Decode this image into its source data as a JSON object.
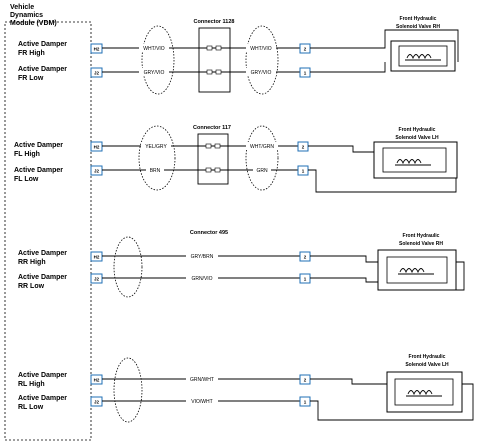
{
  "module": {
    "title_lines": [
      "Vehicle",
      "Dynamics",
      "Module (VDM)"
    ]
  },
  "circuits": [
    {
      "high_label": [
        "Active Damper",
        "FR High"
      ],
      "low_label": [
        "Active Damper",
        "FR Low"
      ],
      "pin_high": "H2",
      "pin_low": "J2",
      "connector": "Connector 1128",
      "wire_high_left": "WHT/VIO",
      "wire_high_right": "WHT/VIO",
      "wire_low_left": "GRY/VIO",
      "wire_low_right": "GRY/VIO",
      "valve_pin_high": "2",
      "valve_pin_low": "1",
      "valve_label": [
        "Front Hydraulic",
        "Solenoid Valve RH"
      ]
    },
    {
      "high_label": [
        "Active Damper",
        "FL High"
      ],
      "low_label": [
        "Active Damper",
        "FL Low"
      ],
      "pin_high": "H2",
      "pin_low": "J2",
      "connector": "Connector 117",
      "wire_high_left": "YEL/GRY",
      "wire_high_right": "WHT/GRN",
      "wire_low_left": "BRN",
      "wire_low_right": "GRN",
      "valve_pin_high": "2",
      "valve_pin_low": "1",
      "valve_label": [
        "Front Hydraulic",
        "Solenoid Valve LH"
      ]
    },
    {
      "high_label": [
        "Active Damper",
        "RR High"
      ],
      "low_label": [
        "Active Damper",
        "RR Low"
      ],
      "pin_high": "H2",
      "pin_low": "J2",
      "connector": "Connector 495",
      "wire_high": "GRY/BRN",
      "wire_low": "GRN/VIO",
      "valve_pin_high": "2",
      "valve_pin_low": "1",
      "valve_label": [
        "Front Hydraulic",
        "Solenoid Valve RH"
      ]
    },
    {
      "high_label": [
        "Active Damper",
        "RL High"
      ],
      "low_label": [
        "Active Damper",
        "RL Low"
      ],
      "pin_high": "H2",
      "pin_low": "J2",
      "wire_high": "GRN/WHT",
      "wire_low": "VIO/WHT",
      "valve_pin_high": "2",
      "valve_pin_low": "1",
      "valve_label": [
        "Front Hydraulic",
        "Solenoid Valve LH"
      ]
    }
  ]
}
